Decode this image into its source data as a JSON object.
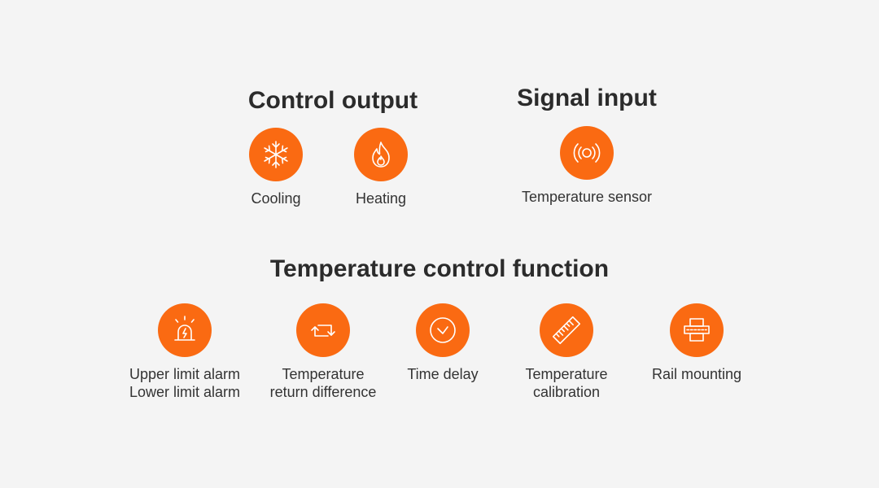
{
  "colors": {
    "accent": "#fa6a12",
    "background": "#f4f4f4",
    "text": "#333333",
    "heading": "#2b2b2b"
  },
  "control_output": {
    "title": "Control output",
    "items": [
      {
        "icon": "snowflake-icon",
        "label": "Cooling"
      },
      {
        "icon": "flame-icon",
        "label": "Heating"
      }
    ]
  },
  "signal_input": {
    "title": "Signal input",
    "items": [
      {
        "icon": "sensor-waves-icon",
        "label": "Temperature sensor"
      }
    ]
  },
  "temperature_control_function": {
    "title": "Temperature control function",
    "items": [
      {
        "icon": "alarm-siren-icon",
        "lines": [
          "Upper limit alarm",
          "Lower limit alarm"
        ]
      },
      {
        "icon": "return-cycle-icon",
        "lines": [
          "Temperature",
          "return difference"
        ]
      },
      {
        "icon": "clock-icon",
        "lines": [
          "Time delay"
        ]
      },
      {
        "icon": "ruler-icon",
        "lines": [
          "Temperature",
          "calibration"
        ]
      },
      {
        "icon": "rail-mount-icon",
        "lines": [
          "Rail mounting"
        ]
      }
    ]
  }
}
